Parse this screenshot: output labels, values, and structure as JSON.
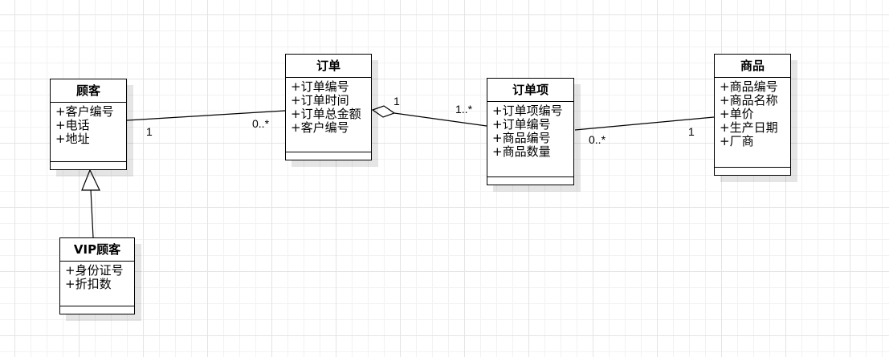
{
  "classes": {
    "customer": {
      "name": "顾客",
      "attributes": [
        "+客户编号",
        "+电话",
        "+地址"
      ]
    },
    "vip": {
      "name": "VIP顾客",
      "attributes": [
        "+身份证号",
        "+折扣数"
      ]
    },
    "order": {
      "name": "订单",
      "attributes": [
        "+订单编号",
        "+订单时间",
        "+订单总金额",
        "+客户编号"
      ]
    },
    "order_item": {
      "name": "订单项",
      "attributes": [
        "+订单项编号",
        "+订单编号",
        "+商品编号",
        "+商品数量"
      ]
    },
    "product": {
      "name": "商品",
      "attributes": [
        "+商品编号",
        "+商品名称",
        "+单价",
        "+生产日期",
        "+厂商"
      ]
    }
  },
  "relations": {
    "customer_order": {
      "type": "association",
      "source_mult": "1",
      "target_mult": "0..*"
    },
    "order_orderitem": {
      "type": "aggregation",
      "source_mult": "1",
      "target_mult": "1..*"
    },
    "orderitem_product": {
      "type": "association",
      "source_mult": "0..*",
      "target_mult": "1"
    },
    "vip_customer": {
      "type": "generalization"
    }
  }
}
